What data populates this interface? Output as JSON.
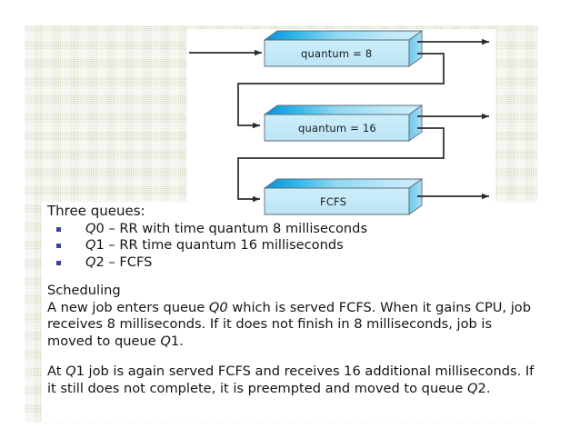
{
  "slide": {
    "background_color": "#dfe4cf",
    "panel_color": "#ffffff"
  },
  "diagram": {
    "type": "multilevel-feedback-queue",
    "box_fill_top": "#0e9fe0",
    "box_fill_front": "#bfe4f5",
    "box_fill_side": "#8fd3f0",
    "line_color": "#2b2b2b",
    "queues": [
      {
        "label": "quantum = 8",
        "has_feedback": true,
        "exit_label": ""
      },
      {
        "label": "quantum = 16",
        "has_feedback": true,
        "exit_label": ""
      },
      {
        "label": "FCFS",
        "has_feedback": false,
        "exit_label": ""
      }
    ]
  },
  "content": {
    "heading": "Three queues:",
    "queues": [
      {
        "name": "Q",
        "index": "0",
        "desc": " – RR with time quantum 8 milliseconds"
      },
      {
        "name": "Q",
        "index": "1",
        "desc": " – RR time quantum 16 milliseconds"
      },
      {
        "name": "Q",
        "index": "2",
        "desc": " – FCFS"
      }
    ],
    "scheduling_heading": "Scheduling",
    "paragraph1_a": "A new job enters queue ",
    "paragraph1_q1": "Q0",
    "paragraph1_b": " which is served FCFS. When it gains CPU, job receives 8 milliseconds. If it does not finish in 8 milliseconds, job is moved to queue ",
    "paragraph1_q2": "Q",
    "paragraph1_c": "1.",
    "paragraph2_a": "At ",
    "paragraph2_q1": "Q",
    "paragraph2_b": "1 job is again served FCFS and receives 16 additional milliseconds. If it still does not complete, it is preempted and moved to queue ",
    "paragraph2_q2": "Q",
    "paragraph2_c": "2."
  }
}
